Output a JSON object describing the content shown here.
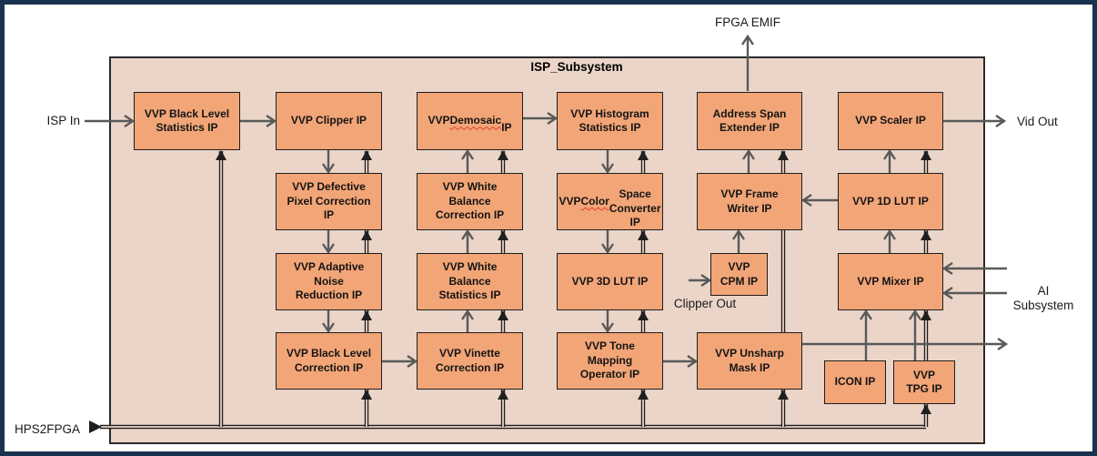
{
  "diagram": {
    "title": "ISP_Subsystem",
    "external_labels": {
      "isp_in": "ISP In",
      "fpga_emif": "FPGA EMIF",
      "vid_out": "Vid Out",
      "ai_subsystem": "AI\nSubsystem",
      "clipper_out": "Clipper Out",
      "hps2fpga": "HPS2FPGA"
    },
    "blocks": {
      "bls": {
        "label": "VVP Black Level\nStatistics IP"
      },
      "clipper": {
        "label": "VVP Clipper IP"
      },
      "dpc": {
        "label": "VVP Defective\nPixel Correction\nIP"
      },
      "anr": {
        "label": "VVP Adaptive\nNoise\nReduction IP"
      },
      "blc": {
        "label": "VVP Black Level\nCorrection IP"
      },
      "demosaic": {
        "label": "VVP Demosaic\nIP",
        "misspelled": "Demosaic"
      },
      "wbc": {
        "label": "VVP White\nBalance\nCorrection IP"
      },
      "wbs": {
        "label": "VVP White\nBalance\nStatistics IP"
      },
      "vinette": {
        "label": "VVP Vinette\nCorrection IP"
      },
      "histogram": {
        "label": "VVP Histogram\nStatistics IP"
      },
      "csc": {
        "label": "VVP Color\nSpace\nConverter IP",
        "misspelled": "Color"
      },
      "lut3d": {
        "label": "VVP 3D LUT IP"
      },
      "tmo": {
        "label": "VVP Tone\nMapping\nOperator IP"
      },
      "ase": {
        "label": "Address Span\nExtender IP"
      },
      "fw": {
        "label": "VVP Frame\nWriter IP"
      },
      "cpm": {
        "label": "VVP\nCPM IP"
      },
      "unsharp": {
        "label": "VVP Unsharp\nMask IP"
      },
      "scaler": {
        "label": "VVP Scaler IP"
      },
      "lut1d": {
        "label": "VVP 1D LUT IP"
      },
      "mixer": {
        "label": "VVP Mixer IP"
      },
      "icon": {
        "label": "ICON IP"
      },
      "tpg": {
        "label": "VVP\nTPG IP"
      }
    },
    "colors": {
      "frame": "#1B3150",
      "canvas_fill": "#EBD5C8",
      "block_fill": "#F2A577",
      "block_border": "#1E1E1E",
      "arrow_gray": "#595959",
      "line_dark": "#1F1F1F",
      "misspell_red": "#E03C31"
    }
  }
}
